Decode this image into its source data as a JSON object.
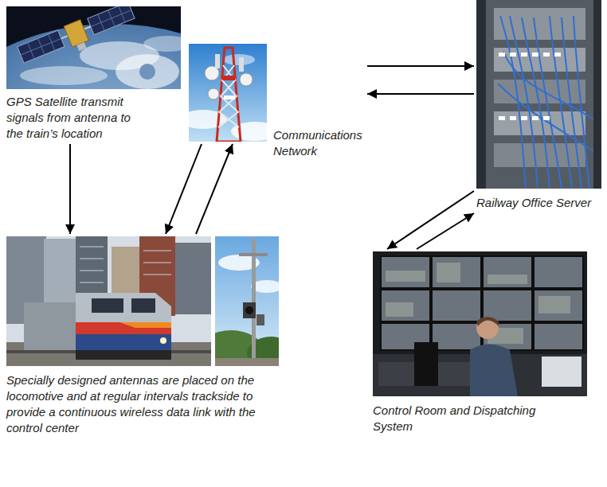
{
  "diagram": {
    "nodes": [
      {
        "text": [
          "GPS Satellite transmit signals from antenna to the train’s location"
        ]
      },
      {
        "text": [
          "Communications Network"
        ]
      },
      {
        "text": [
          "Railway Office Server"
        ]
      },
      {
        "text": [
          "Specially designed antennas are placed on the locomotive and at regular intervals trackside to provide a continuous wireless data link with the control center"
        ]
      },
      {
        "text": [
          "Control Room and Dispatching System"
        ]
      }
    ],
    "edges": [
      {
        "from": 0,
        "to": 3,
        "arrow": "to"
      },
      {
        "from": 1,
        "to": 3,
        "arrow": "to"
      },
      {
        "from": 3,
        "to": 1,
        "arrow": "to"
      },
      {
        "from": 1,
        "to": 2,
        "arrow": "to"
      },
      {
        "from": 2,
        "to": 1,
        "arrow": "to"
      },
      {
        "from": 2,
        "to": 4,
        "arrow": "to"
      },
      {
        "from": 4,
        "to": 2,
        "arrow": "to"
      }
    ]
  }
}
